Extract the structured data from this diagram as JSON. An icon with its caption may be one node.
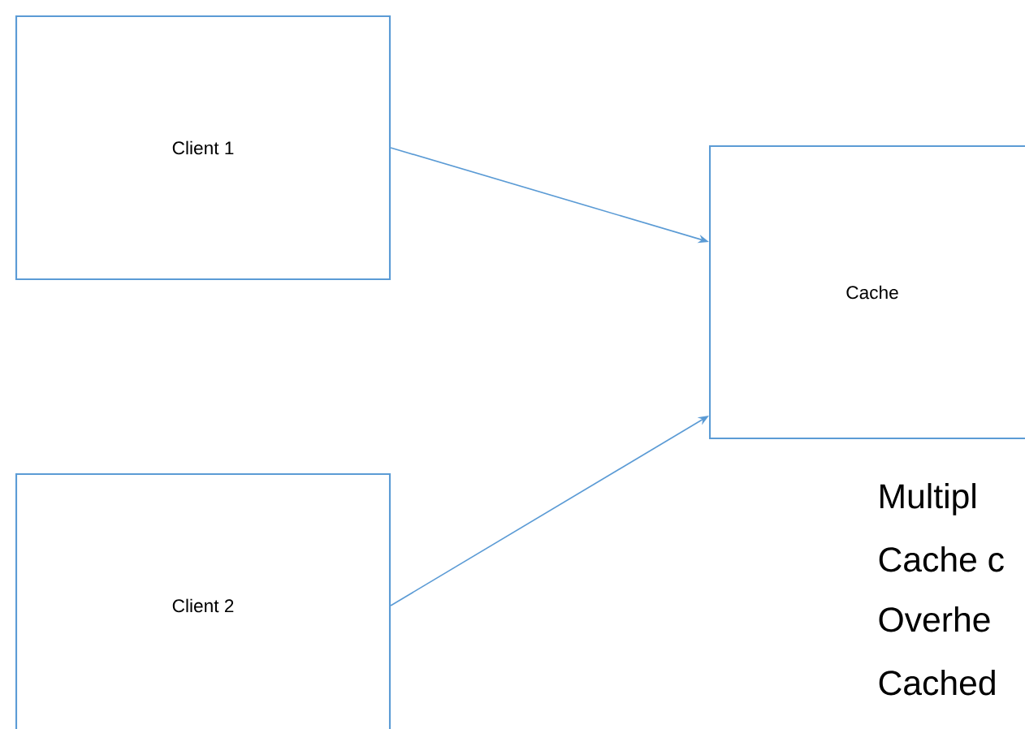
{
  "diagram": {
    "nodes": [
      {
        "text": [
          "Client 1"
        ]
      },
      {
        "text": [
          "Client 2"
        ]
      },
      {
        "text": [
          "Cache"
        ]
      }
    ],
    "edges": [
      {
        "from": 0,
        "to": 2,
        "arrow": "to"
      },
      {
        "from": 1,
        "to": 2,
        "arrow": "to"
      }
    ],
    "labels": [
      "Multipl",
      "Cache c",
      "Overhe",
      "Cached"
    ]
  }
}
